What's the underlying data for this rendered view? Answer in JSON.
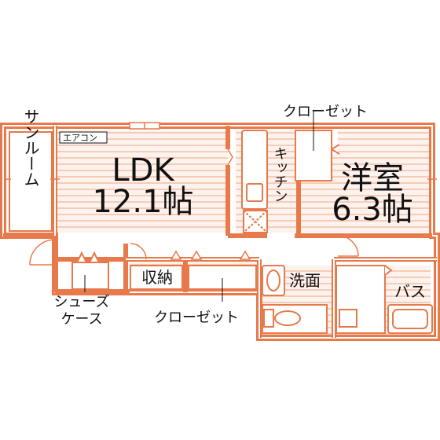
{
  "colors": {
    "wall": "#e8794a",
    "floor_line": "#f0a480",
    "fill": "#fdf3ee",
    "wall_inner": "#ffffff",
    "text": "#111111"
  },
  "rooms": {
    "sunroom": "サンルーム",
    "ldk_name": "LDK",
    "ldk_size": "12.1帖",
    "western_name": "洋室",
    "western_size": "6.3帖",
    "kitchen": "キッチン",
    "storage": "収納",
    "washroom": "洗面",
    "bath": "バス",
    "closet_top": "クローゼット",
    "closet_bottom": "クローゼット",
    "shoe_case_1": "シューズ",
    "shoe_case_2": "ケース",
    "aircon": "エアコン"
  }
}
